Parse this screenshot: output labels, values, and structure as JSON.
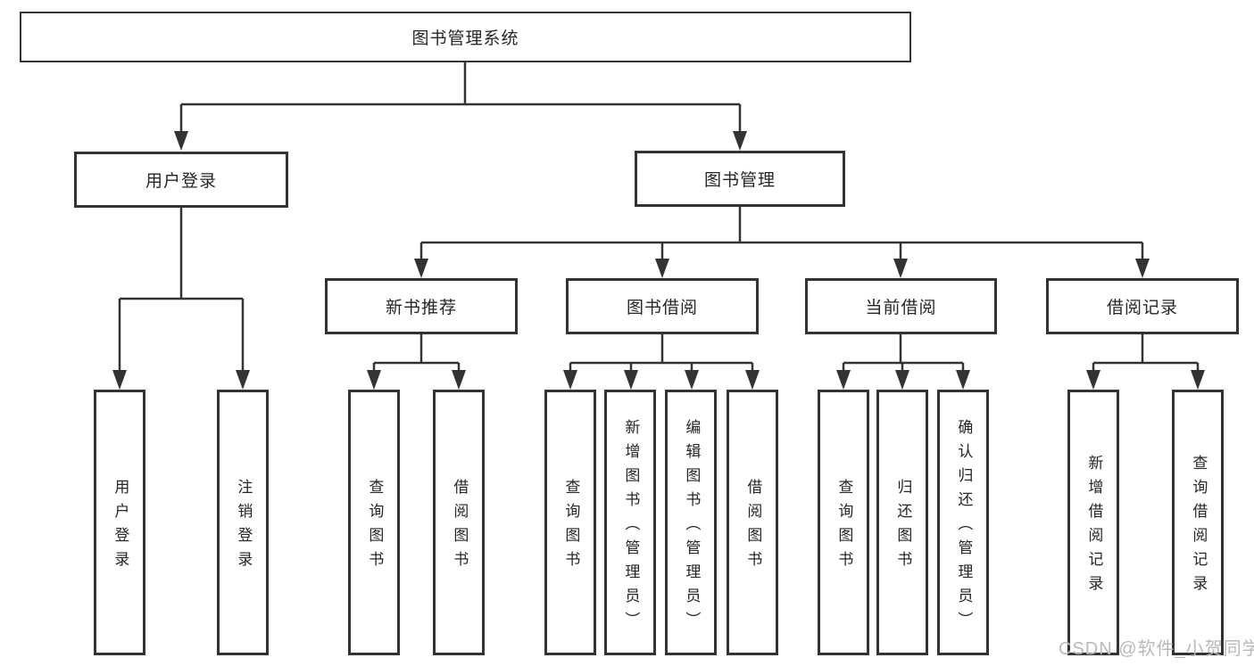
{
  "diagram_title": "图书管理系统",
  "watermark": "CSDN @软件_小贺同学",
  "colors": {
    "line": "#333333",
    "text": "#262626",
    "background": "#ffffff",
    "watermark": "#b9b9b9"
  },
  "nodes": {
    "root": "图书管理系统",
    "user_login": "用户登录",
    "book_mgmt": "图书管理",
    "new_book_rec": "新书推荐",
    "book_borrow": "图书借阅",
    "current_borrow": "当前借阅",
    "borrow_record": "借阅记录",
    "login": "用户登录",
    "logout": "注销登录",
    "rec_query_book": "查询图书",
    "rec_borrow_book": "借阅图书",
    "bb_query_book": "查询图书",
    "bb_add_book": "新增图书（管理员）",
    "bb_edit_book": "编辑图书（管理员）",
    "bb_borrow_book": "借阅图书",
    "cb_query_book": "查询图书",
    "cb_return_book": "归还图书",
    "cb_confirm_return": "确认归还（管理员）",
    "br_add_record": "新增借阅记录",
    "br_query_record": "查询借阅记录"
  },
  "edges": [
    [
      "root",
      "user_login"
    ],
    [
      "root",
      "book_mgmt"
    ],
    [
      "user_login",
      "login"
    ],
    [
      "user_login",
      "logout"
    ],
    [
      "book_mgmt",
      "new_book_rec"
    ],
    [
      "book_mgmt",
      "book_borrow"
    ],
    [
      "book_mgmt",
      "current_borrow"
    ],
    [
      "book_mgmt",
      "borrow_record"
    ],
    [
      "new_book_rec",
      "rec_query_book"
    ],
    [
      "new_book_rec",
      "rec_borrow_book"
    ],
    [
      "book_borrow",
      "bb_query_book"
    ],
    [
      "book_borrow",
      "bb_add_book"
    ],
    [
      "book_borrow",
      "bb_edit_book"
    ],
    [
      "book_borrow",
      "bb_borrow_book"
    ],
    [
      "current_borrow",
      "cb_query_book"
    ],
    [
      "current_borrow",
      "cb_return_book"
    ],
    [
      "current_borrow",
      "cb_confirm_return"
    ],
    [
      "borrow_record",
      "br_add_record"
    ],
    [
      "borrow_record",
      "br_query_record"
    ]
  ]
}
